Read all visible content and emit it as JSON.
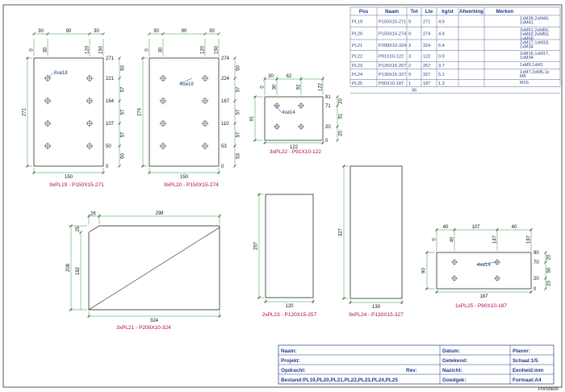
{
  "parts_table": {
    "columns": [
      "Pos",
      "Naam",
      "Tot",
      "Lte",
      "kg/st",
      "Afwerking",
      "Merken"
    ],
    "rows": [
      [
        "PL19",
        "P150X15-271",
        "9",
        "271",
        "4.9",
        "",
        "1xM39,2xM40,\n1xM41"
      ],
      [
        "PL20",
        "P150X15-274",
        "9",
        "274",
        "4.9",
        "",
        "3xM61,2xM60,\n1xM62,2xM59,\n1xM58"
      ],
      [
        "PL21",
        "P208X10-324",
        "3",
        "324",
        "5.4",
        "",
        "2xM17,1xM18,\n1xM34"
      ],
      [
        "PL22",
        "P91X10-122",
        "3",
        "122",
        "0.9",
        "",
        "2xM16,1xM17,\n1xM34"
      ],
      [
        "PL23",
        "P120X15-257",
        "2",
        "257",
        "3.7",
        "",
        "1xM9,1xM1"
      ],
      [
        "PL24",
        "P130X15-327",
        "9",
        "327",
        "5.1",
        "",
        "1xM7,2xM6,1x\nM5"
      ],
      [
        "PL25",
        "P90X10-187",
        "1",
        "187",
        "1.3",
        "",
        "M16"
      ]
    ],
    "total": "36"
  },
  "plates": {
    "pl19": {
      "caption": "9xPL19 - P150X15-271",
      "holes": "8xø18",
      "width": "150",
      "height": "271",
      "top": [
        "30",
        "90",
        "30"
      ],
      "top_ord": [
        "0",
        "30",
        "120",
        "150"
      ],
      "right": [
        "271",
        "221",
        "164",
        "107",
        "50",
        "0"
      ],
      "right_gaps": [
        "50",
        "57",
        "57",
        "57",
        "50"
      ]
    },
    "pl20": {
      "caption": "9xPL20 - P150X15-274",
      "holes": "8xø18",
      "width": "150",
      "height": "274",
      "top": [
        "30",
        "90",
        "30"
      ],
      "top_ord": [
        "0",
        "30",
        "120",
        "150"
      ],
      "right": [
        "274",
        "224",
        "167",
        "110",
        "53",
        "0"
      ],
      "right_gaps": [
        "50",
        "57",
        "57",
        "57",
        "53"
      ]
    },
    "pl22": {
      "caption": "3xPL22 - P91X10-122",
      "holes": "4xø14",
      "width": "122",
      "height": "91",
      "top": [
        "30",
        "62"
      ],
      "top_ord": [
        "0",
        "30",
        "92",
        "122"
      ],
      "right": [
        "91",
        "71",
        "20",
        "0"
      ],
      "right_gaps": [
        "20",
        "51",
        "20"
      ]
    },
    "pl21": {
      "caption": "3xPL21 - P208X10-324",
      "width": "324",
      "height": "208",
      "top": "298",
      "corner": "26",
      "left_small": "25",
      "left_inner": "182"
    },
    "pl23": {
      "caption": "2xPL23 - P120X15-257",
      "width": "120",
      "height": "257"
    },
    "pl24": {
      "caption": "9xPL24 - P130X15-327",
      "width": "130",
      "height": "327"
    },
    "pl25": {
      "caption": "1xPL25 - P90X10-187",
      "holes": "4xø14",
      "width": "187",
      "height": "90",
      "top": [
        "40",
        "107",
        "40"
      ],
      "top_ord": [
        "0",
        "40",
        "147",
        "187"
      ],
      "right": [
        "90",
        "70",
        "20",
        "0"
      ],
      "right_gaps": [
        "20",
        "50",
        "20"
      ]
    }
  },
  "title_block": {
    "naam": "Naam:",
    "project": "Projekt:",
    "opdracht": "Opdracht:",
    "rev": "Rev:",
    "datum": "Datum:",
    "getekend": "Getekend:",
    "nazicht": "Nazicht:",
    "goedgek": "Goedgek:",
    "plannr": "Plannr:",
    "schaal": "Schaal:1/5",
    "eenheid": "Eenheid:mm",
    "formaat": "Formaat:A4",
    "bestand": "Bestand:PL19,PL20,PL21,PL22,PL23,PL24,PL25"
  },
  "footer": "Porobello"
}
